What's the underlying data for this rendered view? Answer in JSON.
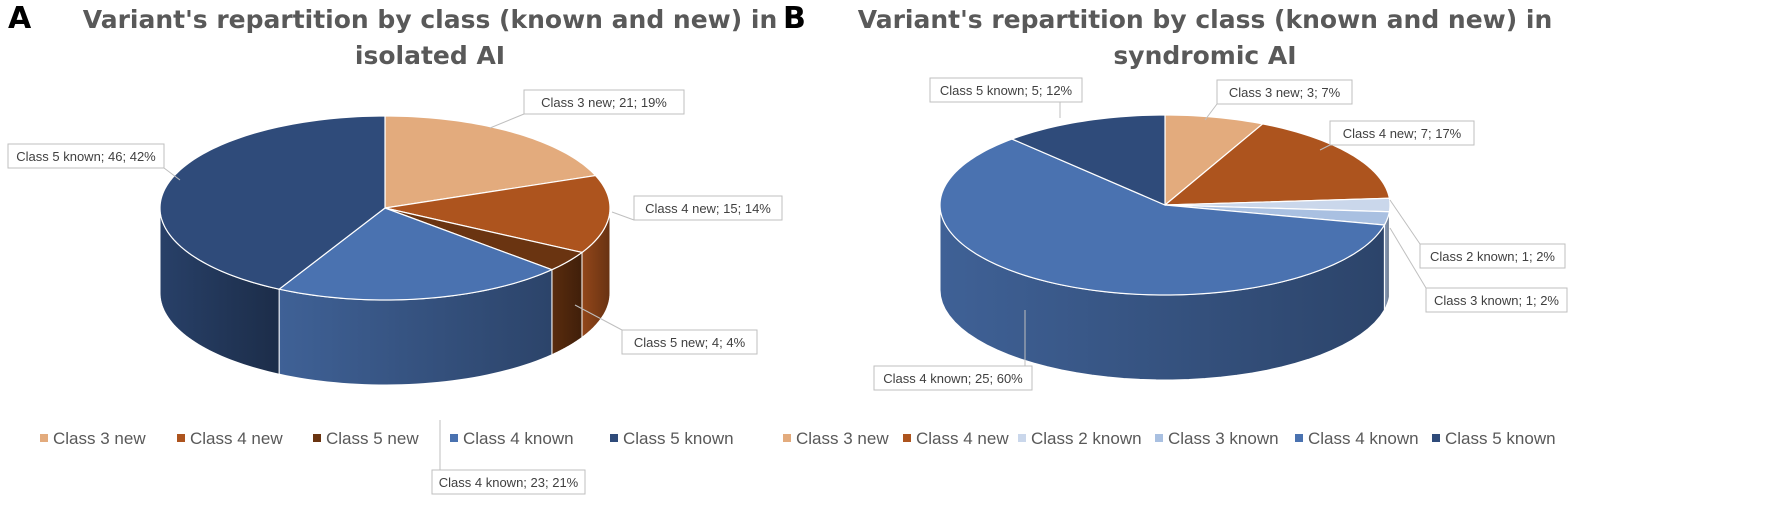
{
  "chart_data": [
    {
      "type": "pie",
      "panel": "A",
      "title_lines": [
        "Variant's repartition by class (known and new) in",
        "isolated AI"
      ],
      "categories": [
        "Class 3 new",
        "Class 4 new",
        "Class 5 new",
        "Class 4 known",
        "Class 5 known"
      ],
      "values": [
        21,
        15,
        4,
        23,
        46
      ],
      "percents": [
        19,
        14,
        4,
        21,
        42
      ],
      "data_labels": [
        "Class 3 new; 21; 19%",
        "Class 4 new; 15; 14%",
        "Class 5 new; 4; 4%",
        "Class 4 known; 23; 21%",
        "Class 5 known; 46; 42%"
      ],
      "colors": [
        "#E3AB7D",
        "#AD541E",
        "#6A3411",
        "#4A72B0",
        "#2F4B7A"
      ],
      "legend": "bottom",
      "style": "3d"
    },
    {
      "type": "pie",
      "panel": "B",
      "title_lines": [
        "Variant's repartition by class (known and new) in",
        "syndromic AI"
      ],
      "categories": [
        "Class 3 new",
        "Class 4 new",
        "Class 2 known",
        "Class 3 known",
        "Class 4 known",
        "Class 5 known"
      ],
      "values": [
        3,
        7,
        1,
        1,
        25,
        5
      ],
      "percents": [
        7,
        17,
        2,
        2,
        60,
        12
      ],
      "data_labels": [
        "Class 3 new; 3; 7%",
        "Class 4 new; 7; 17%",
        "Class 2 known; 1; 2%",
        "Class 3 known; 1; 2%",
        "Class 4 known; 25; 60%",
        "Class 5 known; 5; 12%"
      ],
      "colors": [
        "#E3AB7D",
        "#AD541E",
        "#CAD7EB",
        "#A9C0E1",
        "#4A72B0",
        "#2F4B7A"
      ],
      "legend": "bottom",
      "style": "3d"
    }
  ]
}
